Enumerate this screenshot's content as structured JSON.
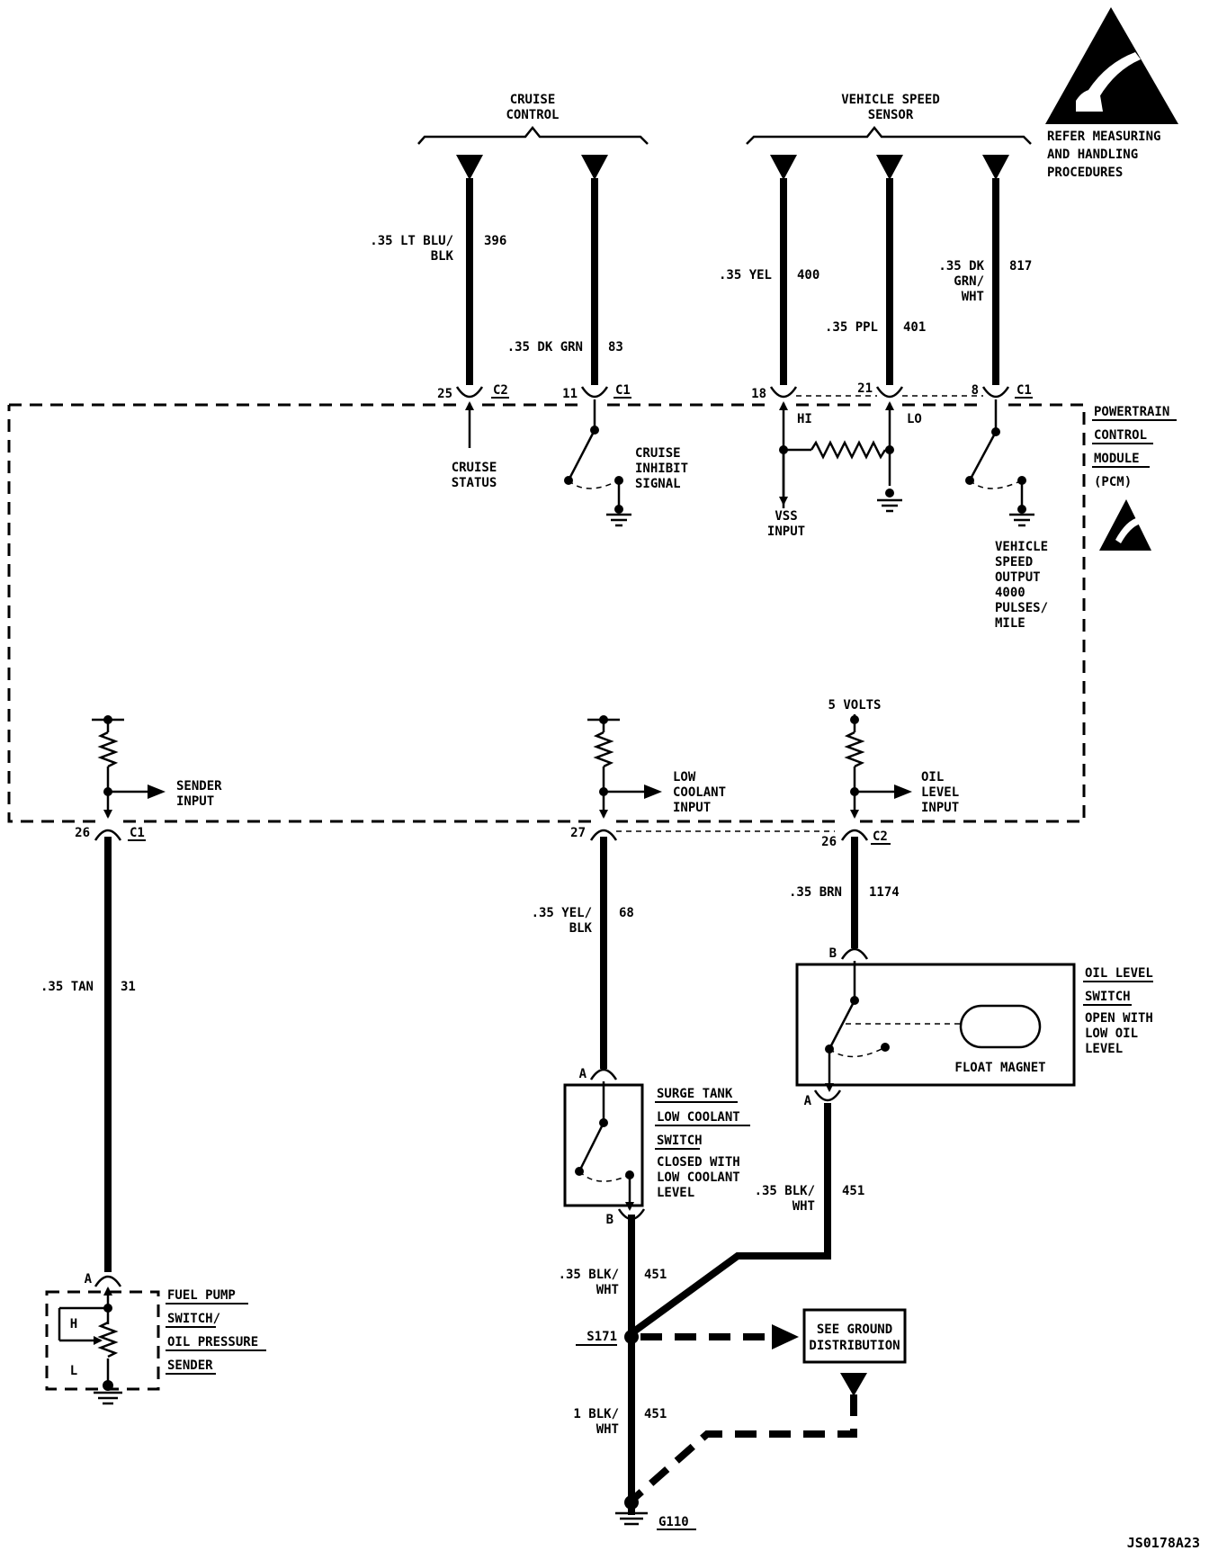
{
  "top_groups": {
    "cruise_control": [
      "CRUISE",
      "CONTROL"
    ],
    "vehicle_speed_sensor": [
      "VEHICLE SPEED",
      "SENSOR"
    ]
  },
  "esd_warning": [
    "REFER MEASURING",
    "AND HANDLING",
    "PROCEDURES"
  ],
  "pcm": [
    "POWERTRAIN",
    "CONTROL",
    "MODULE",
    "(PCM)"
  ],
  "wires": {
    "w396": {
      "color": [
        ".35 LT BLU/",
        "BLK"
      ],
      "circuit": "396"
    },
    "w83": {
      "color": [
        ".35 DK GRN"
      ],
      "circuit": "83"
    },
    "w400": {
      "color": [
        ".35 YEL"
      ],
      "circuit": "400"
    },
    "w401": {
      "color": [
        ".35 PPL"
      ],
      "circuit": "401"
    },
    "w817": {
      "color": [
        ".35 DK",
        "GRN/",
        "WHT"
      ],
      "circuit": "817"
    },
    "w31": {
      "color": [
        ".35 TAN"
      ],
      "circuit": "31"
    },
    "w68": {
      "color": [
        ".35 YEL/",
        "BLK"
      ],
      "circuit": "68"
    },
    "w1174": {
      "color": [
        ".35 BRN"
      ],
      "circuit": "1174"
    },
    "w451a": {
      "color": [
        ".35 BLK/",
        "WHT"
      ],
      "circuit": "451"
    },
    "w451b": {
      "color": [
        ".35 BLK/",
        "WHT"
      ],
      "circuit": "451"
    },
    "w451c": {
      "color": [
        "1 BLK/",
        "WHT"
      ],
      "circuit": "451"
    }
  },
  "pins": {
    "p25": {
      "num": "25",
      "conn": "C2"
    },
    "p11": {
      "num": "11",
      "conn": "C1"
    },
    "p18": {
      "num": "18"
    },
    "p21": {
      "num": "21"
    },
    "p8": {
      "num": "8",
      "conn": "C1"
    },
    "p26a": {
      "num": "26",
      "conn": "C1"
    },
    "p27": {
      "num": "27"
    },
    "p26b": {
      "num": "26",
      "conn": "C2"
    }
  },
  "pcm_labels": {
    "cruise_status": [
      "CRUISE",
      "STATUS"
    ],
    "cruise_inhibit": [
      "CRUISE",
      "INHIBIT",
      "SIGNAL"
    ],
    "hi": "HI",
    "lo": "LO",
    "vss_input": [
      "VSS",
      "INPUT"
    ],
    "vso": [
      "VEHICLE",
      "SPEED",
      "OUTPUT",
      "4000",
      "PULSES/",
      "MILE"
    ],
    "five_volts": "5 VOLTS",
    "sender_input": [
      "SENDER",
      "INPUT"
    ],
    "low_coolant_input": [
      "LOW",
      "COOLANT",
      "INPUT"
    ],
    "oil_level_input": [
      "OIL",
      "LEVEL",
      "INPUT"
    ]
  },
  "components": {
    "fuel_pump": {
      "title": [
        "FUEL PUMP",
        "SWITCH/",
        "OIL PRESSURE",
        "SENDER"
      ],
      "h": "H",
      "l": "L",
      "pin_a": "A"
    },
    "surge_tank": {
      "title": [
        "SURGE TANK",
        "LOW COOLANT",
        "SWITCH"
      ],
      "desc": [
        "CLOSED WITH",
        "LOW COOLANT",
        "LEVEL"
      ],
      "pin_a": "A",
      "pin_b": "B"
    },
    "oil_level": {
      "title": [
        "OIL LEVEL",
        "SWITCH"
      ],
      "desc": [
        "OPEN WITH",
        "LOW OIL",
        "LEVEL"
      ],
      "float": "FLOAT MAGNET",
      "pin_a": "A",
      "pin_b": "B"
    }
  },
  "splice": "S171",
  "ground": "G110",
  "see_ground": [
    "SEE GROUND",
    "DISTRIBUTION"
  ],
  "figure_code": "JS0178A23"
}
